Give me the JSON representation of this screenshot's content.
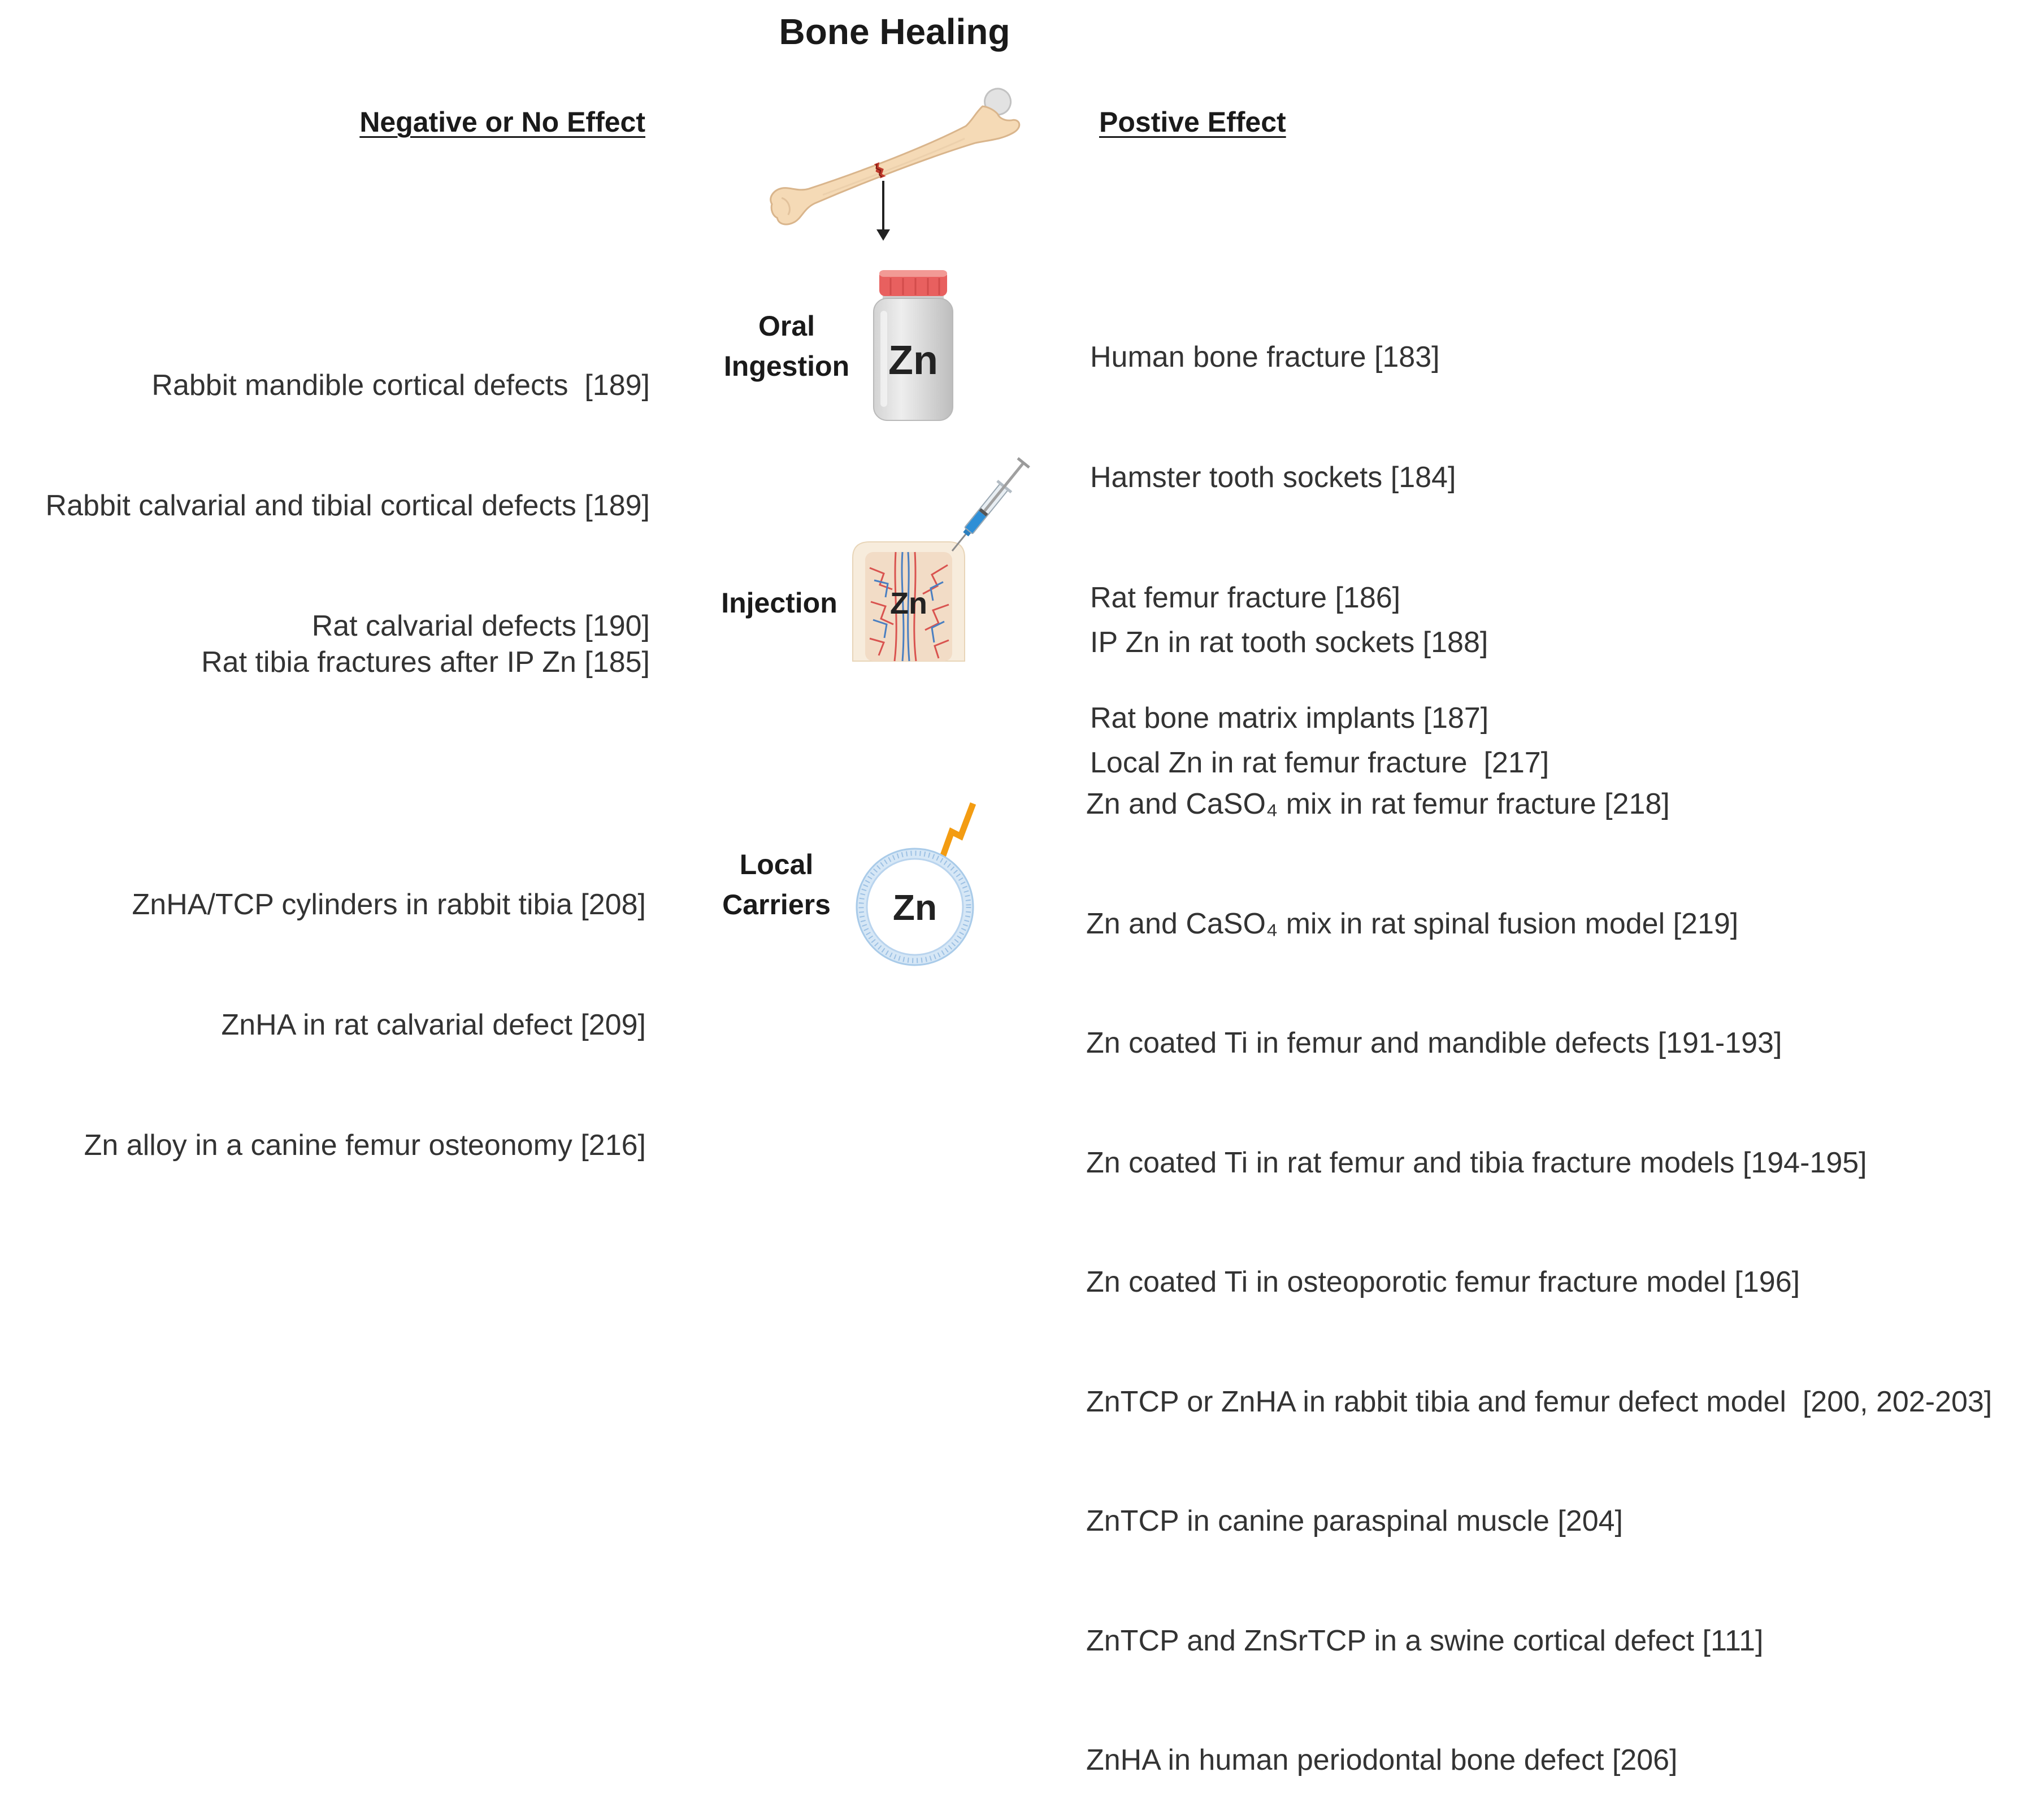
{
  "title": "Bone Healing",
  "headings": {
    "negative": "Negative or No Effect",
    "positive": "Postive Effect"
  },
  "icons": {
    "top": "fractured-femur-icon",
    "arrow": "down-arrow-icon",
    "syringe": "syringe-icon"
  },
  "colors": {
    "bone": "#f5dab6",
    "fracture": "#c0392b",
    "cap": "#e8605f",
    "vessel_red": "#d9534f",
    "vessel_blue": "#4a7fc1",
    "carrier": "#d6e7f6",
    "bolt": "#f39c12"
  },
  "rows": {
    "oral": {
      "icon": "supplement-bottle-icon",
      "icon_text": "Zn",
      "label": [
        "Oral",
        "Ingestion"
      ],
      "negative": [
        "Rabbit mandible cortical defects  [189]",
        "Rabbit calvarial and tibial cortical defects [189]",
        "Rat calvarial defects [190]"
      ],
      "positive": [
        "Human bone fracture [183]",
        "Hamster tooth sockets [184]",
        "Rat femur fracture [186]",
        "Rat bone matrix implants [187]"
      ]
    },
    "injection": {
      "icon": "bone-injection-icon",
      "icon_text": "Zn",
      "label": [
        "Injection"
      ],
      "negative": [
        "Rat tibia fractures after IP Zn [185]"
      ],
      "positive": [
        "IP Zn in rat tooth sockets [188]",
        "Local Zn in rat femur fracture  [217]"
      ]
    },
    "local": {
      "icon": "carrier-sphere-icon",
      "icon_text": "Zn",
      "label": [
        "Local",
        "Carriers"
      ],
      "negative": [
        "ZnHA/TCP cylinders in rabbit tibia [208]",
        "ZnHA in rat calvarial defect [209]",
        "Zn alloy in a canine femur osteonomy [216]"
      ],
      "positive": [
        "Zn and CaSO₄ mix in rat femur fracture [218]",
        "Zn and CaSO₄ mix in rat spinal fusion model [219]",
        "Zn coated Ti in femur and mandible defects [191-193]",
        "Zn coated Ti in rat femur and tibia fracture models [194-195]",
        "Zn coated Ti in osteoporotic femur fracture model [196]",
        "ZnTCP or ZnHA in rabbit tibia and femur defect model  [200, 202-203]",
        "ZnTCP in canine paraspinal muscle [204]",
        "ZnTCP and ZnSrTCP in a swine cortical defect [111]",
        "ZnHA in human periodontal bone defect [206]"
      ]
    }
  }
}
